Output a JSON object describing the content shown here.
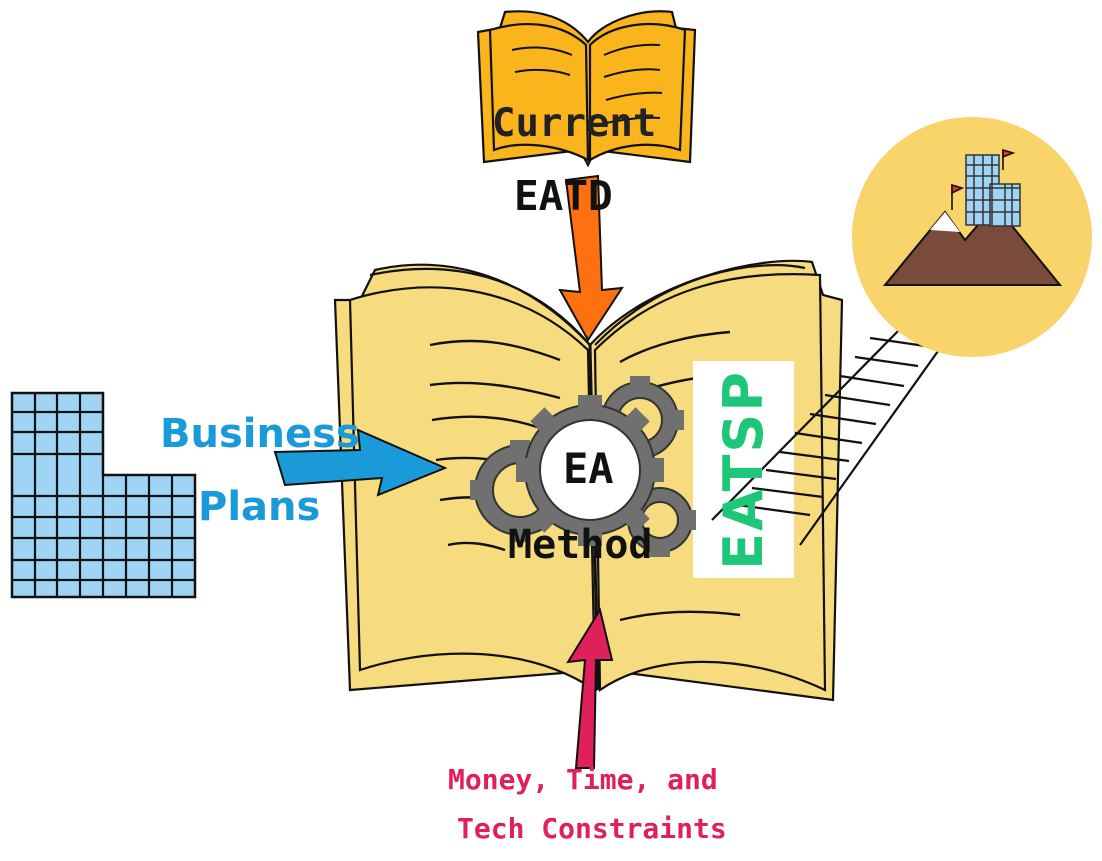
{
  "labels": {
    "current": "Current",
    "eatd": "EATD",
    "business": "Business",
    "plans": "Plans",
    "ea": "EA",
    "method": "Method",
    "eatsp": "EATSP",
    "constraints_line1": "Money, Time, and",
    "constraints_line2": "Tech Constraints"
  },
  "colors": {
    "book": "#f6dc7e",
    "top_book": "#fbb51c",
    "building": "#9fd4f5",
    "arrow_top": "#ff7010",
    "arrow_left": "#1a9ad8",
    "arrow_bottom": "#e0205a",
    "eatsp": "#1ec777",
    "gear": "#707070",
    "sun": "#f8d46a",
    "mountain": "#7a4a3a",
    "flag": "#e83030"
  },
  "icons": [
    "open-book-icon",
    "closed-book-icon",
    "building-icon",
    "gear-icon",
    "ladder-icon",
    "mountain-goal-icon",
    "flag-icon"
  ]
}
